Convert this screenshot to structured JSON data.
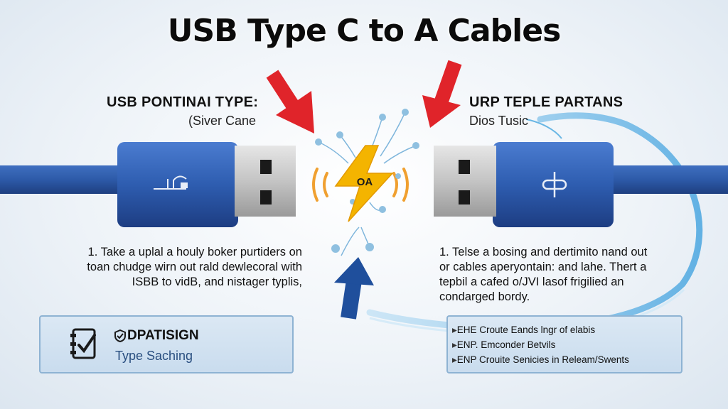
{
  "title": "USB Type C to A Cables",
  "left_panel": {
    "title": "USB PONTINAI TYPE:",
    "subtitle": "(Siver Cane",
    "description": [
      "1. Take a uplal a houly boker purtiders on",
      "toan chudge wirn out rald dewlecoral with",
      "ISBB to vidB, and nistager typlis,"
    ]
  },
  "right_panel": {
    "title": "URP TEPLE PARTANS",
    "subtitle": "Dios Tusic",
    "description": [
      "1. Telse a bosing and dertimito nand out",
      "or cables aperyontain: and lahe. Thert a",
      "tepbil a cafed o/JVI lasof frigilied an",
      "condarged bordy."
    ]
  },
  "center_badge": "OA",
  "info_box_left": {
    "icon": "checklist-icon",
    "title_icon": "shield-icon",
    "title": "DPATISIGN",
    "subtitle": "Type Saching"
  },
  "info_box_right": {
    "items": [
      "EHE Croute Eands lngr of elabis",
      "ENP. Emconder Betvils",
      "ENP Crouite Senicies in Releam/Swents"
    ]
  },
  "colors": {
    "cable_blue": "#2d5aa8",
    "arrow_red": "#e0242a",
    "arrow_blue": "#1f4f9c",
    "bolt_yellow": "#f4b400",
    "flow_line": "#69b6e4"
  }
}
